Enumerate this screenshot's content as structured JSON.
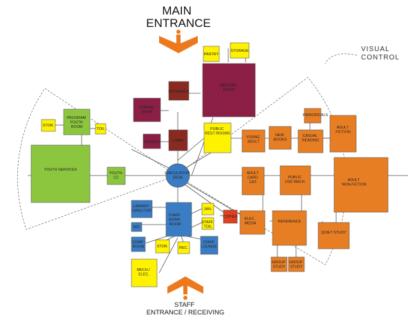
{
  "titles": {
    "main_entrance_line1": "MAIN",
    "main_entrance_line2": "ENTRANCE",
    "staff_line1": "STAFF",
    "staff_line2": "ENTRANCE / RECEIVING",
    "visual_control_line1": "VISUAL",
    "visual_control_line2": "CONTROL"
  },
  "colors": {
    "maroon": "#8e1f47",
    "brown": "#8b2b22",
    "yellow": "#fff200",
    "green": "#8cc63f",
    "blue": "#3b7dc4",
    "orange": "#e87e24",
    "red": "#e2401c",
    "arrow": "#ec7a1d"
  },
  "rooms": {
    "pantry": {
      "lines": [
        "PANTRY"
      ]
    },
    "storage": {
      "lines": [
        "STORAGE"
      ]
    },
    "meeting_room": {
      "lines": [
        "MEETING",
        "ROOM"
      ]
    },
    "entrance": {
      "lines": [
        "ENTRANCE"
      ]
    },
    "coffee_shop": {
      "lines": [
        "COFFEE",
        "SHOP"
      ]
    },
    "friends": {
      "lines": [
        "FRIENDS"
      ]
    },
    "lobby": {
      "lines": [
        "LOBBY"
      ]
    },
    "public_restrooms": {
      "lines": [
        "PUBLIC",
        "REST ROOMS"
      ]
    },
    "stor_left": {
      "lines": [
        "STOR."
      ]
    },
    "program_youth_room": {
      "lines": [
        "PROGRAM",
        "YOUTH",
        "ROOM"
      ]
    },
    "toil_left": {
      "lines": [
        "TOIL"
      ]
    },
    "youth_services": {
      "lines": [
        "YOUTH SERVICES"
      ]
    },
    "youth_cc": {
      "lines": [
        "YOUTH",
        "CC"
      ]
    },
    "circulation_desk": {
      "lines": [
        "CIRCULATION",
        "DESK"
      ]
    },
    "young_adult": {
      "lines": [
        "YOUNG",
        "ADULT"
      ]
    },
    "new_books": {
      "lines": [
        "NEW",
        "BOOKS"
      ]
    },
    "periodicals": {
      "lines": [
        "PERIODICALS"
      ]
    },
    "casual_reading": {
      "lines": [
        "CASUAL",
        "READING"
      ]
    },
    "adult_fiction": {
      "lines": [
        "ADULT",
        "FICTION"
      ]
    },
    "adult_card_cat": {
      "lines": [
        "ADULT",
        "CARD",
        "CAT."
      ]
    },
    "public_use_mach": {
      "lines": [
        "PUBLIC",
        "USE MACH."
      ]
    },
    "adult_nonfiction": {
      "lines": [
        "ADULT",
        "NON-FICTION"
      ]
    },
    "library_director": {
      "lines": [
        "LIBRARY",
        "DIRECTOR"
      ]
    },
    "staff_work_room": {
      "lines": [
        "STAFF",
        "WORK",
        "ROOM"
      ]
    },
    "jan": {
      "lines": [
        "JAN."
      ]
    },
    "copier": {
      "lines": [
        "COPIER"
      ]
    },
    "staff_toil": {
      "lines": [
        "STAFF",
        "TOIL"
      ]
    },
    "bid": {
      "lines": [
        "B/D"
      ]
    },
    "comp_room": {
      "lines": [
        "COMP.",
        "ROOM"
      ]
    },
    "stor_bottom": {
      "lines": [
        "STOR."
      ]
    },
    "rec": {
      "lines": [
        "REC."
      ]
    },
    "staff_lounge": {
      "lines": [
        "STAFF",
        "LOUNGE"
      ]
    },
    "mech_elec": {
      "lines": [
        "MECH./",
        "ELEC."
      ]
    },
    "elec_media": {
      "lines": [
        "ELEC.",
        "MEDIA"
      ]
    },
    "reference": {
      "lines": [
        "REFERENCE"
      ]
    },
    "quiet_study": {
      "lines": [
        "QUIET STUDY"
      ]
    },
    "group_study_1": {
      "lines": [
        "GROUP",
        "STUDY"
      ]
    },
    "group_study_2": {
      "lines": [
        "GROUP",
        "STUDY"
      ]
    }
  }
}
